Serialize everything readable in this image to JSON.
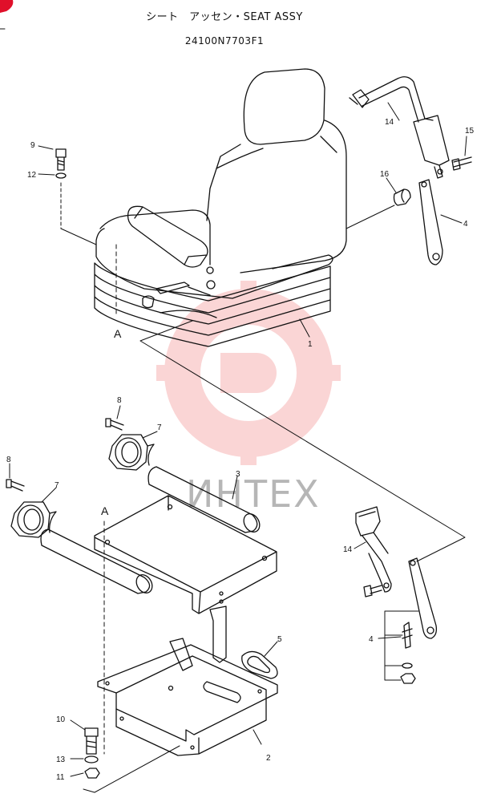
{
  "header": {
    "title": "シート　アッセン・SEAT ASSY",
    "part_number": "24100N7703F1"
  },
  "watermark": {
    "text": "ИНТЕХ",
    "color": "#f06a6a"
  },
  "callouts": {
    "seat": "1",
    "base_frame": "2",
    "slide_rail_assy": "3",
    "belt_bracket_top": "4",
    "belt_bracket_bottom": "4",
    "grommet": "5",
    "mount_left": "7",
    "mount_right": "7",
    "bolt_left": "8",
    "bolt_right": "8",
    "bolt_top": "9",
    "bolt_bottom": "10",
    "nut": "11",
    "washer_top": "12",
    "washer_bottom": "13",
    "belt_top": "14",
    "belt_bottom": "14",
    "bolt_belt": "15",
    "collar": "16"
  },
  "view_labels": {
    "a_top": "A",
    "a_bottom": "A"
  },
  "colors": {
    "line": "#111111",
    "watermark": "#f06a6a",
    "corner_mark": "#e0102a"
  }
}
